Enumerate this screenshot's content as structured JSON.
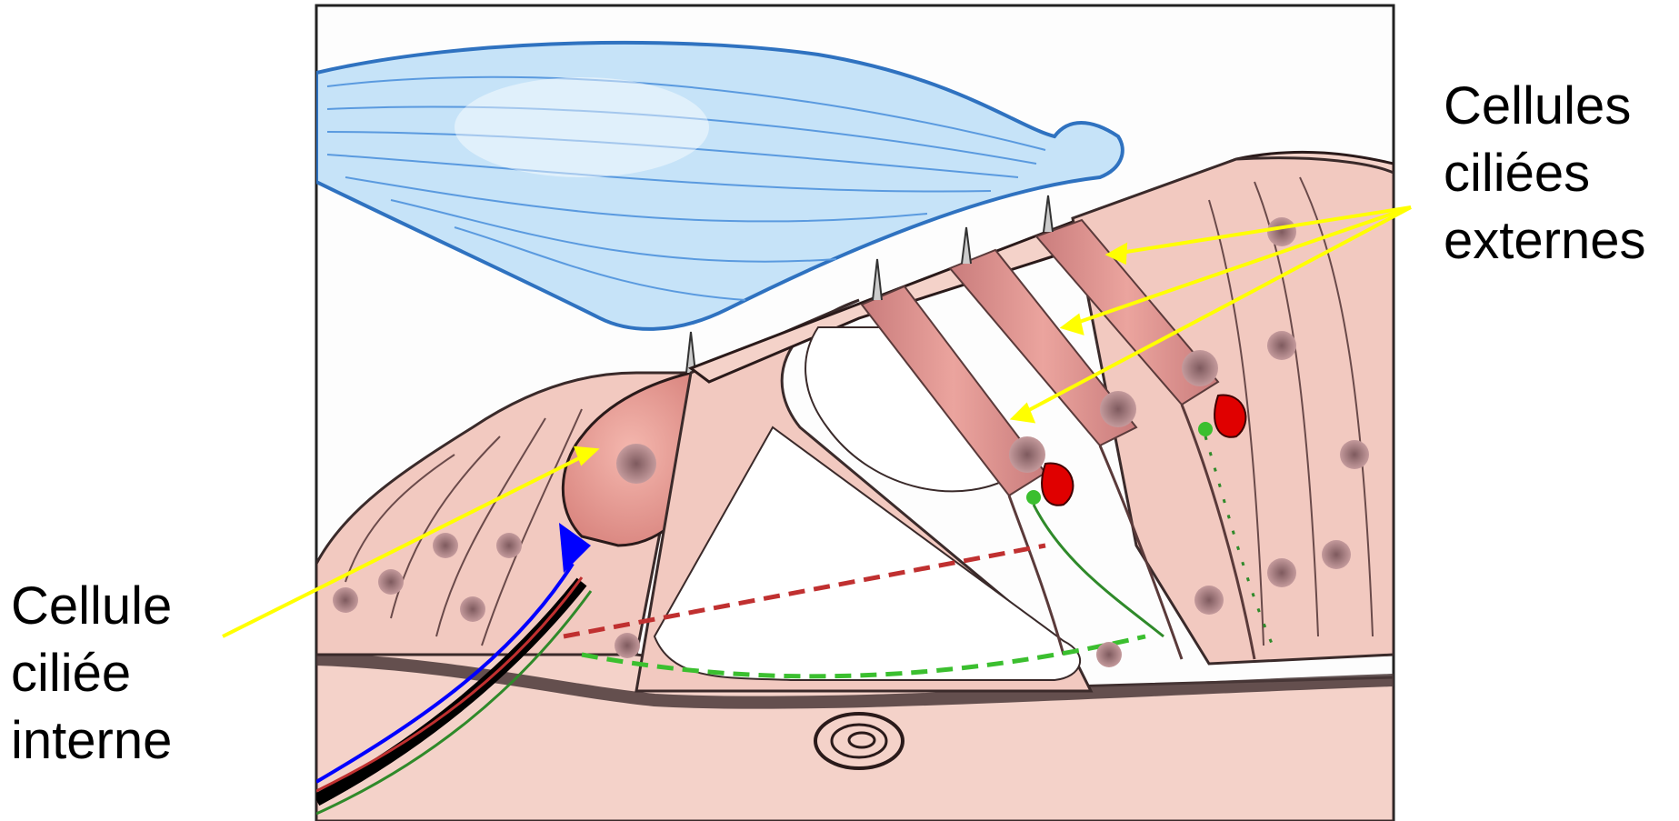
{
  "labels": {
    "outer_hair_cells": [
      "Cellules",
      "ciliées",
      "externes"
    ],
    "inner_hair_cell": [
      "Cellule",
      "ciliée",
      "interne"
    ]
  },
  "colors": {
    "arrow": "#ffff00",
    "tectorial_membrane": "#c6e3f8",
    "tissue": "#f2c9c0",
    "hair_cell": "#e7948e",
    "afferent_nerve": "#0000ff",
    "efferent_terminal": "#e00000",
    "efferent_fiber": "#2f8a2a"
  }
}
